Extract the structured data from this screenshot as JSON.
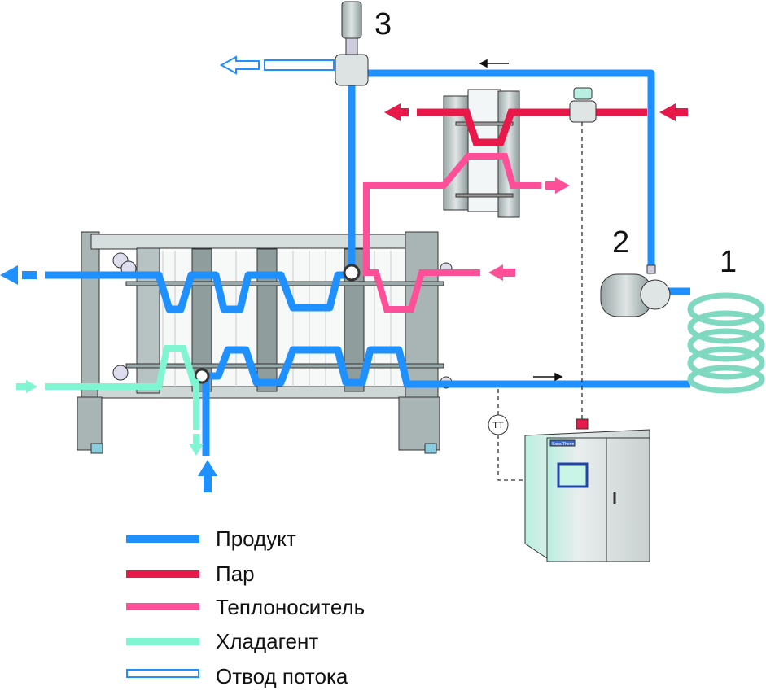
{
  "labels": {
    "unit1": "1",
    "unit2": "2",
    "unit3": "3",
    "sensor": "TT",
    "cabinet_brand": "Sana Therm"
  },
  "colors": {
    "product": "#1e90ff",
    "steam": "#e8194a",
    "heat_carrier": "#ff4f98",
    "coolant": "#7ff5d2",
    "divert": "#1e90ff"
  },
  "legend": [
    {
      "label": "Продукт",
      "color": "#1e90ff",
      "style": "solid"
    },
    {
      "label": "Пар",
      "color": "#e8194a",
      "style": "solid"
    },
    {
      "label": "Теплоноситель",
      "color": "#ff4f98",
      "style": "solid"
    },
    {
      "label": "Хладагент",
      "color": "#7ff5d2",
      "style": "solid"
    },
    {
      "label": "Отвод потока",
      "color": "#1e90ff",
      "style": "outline"
    }
  ]
}
